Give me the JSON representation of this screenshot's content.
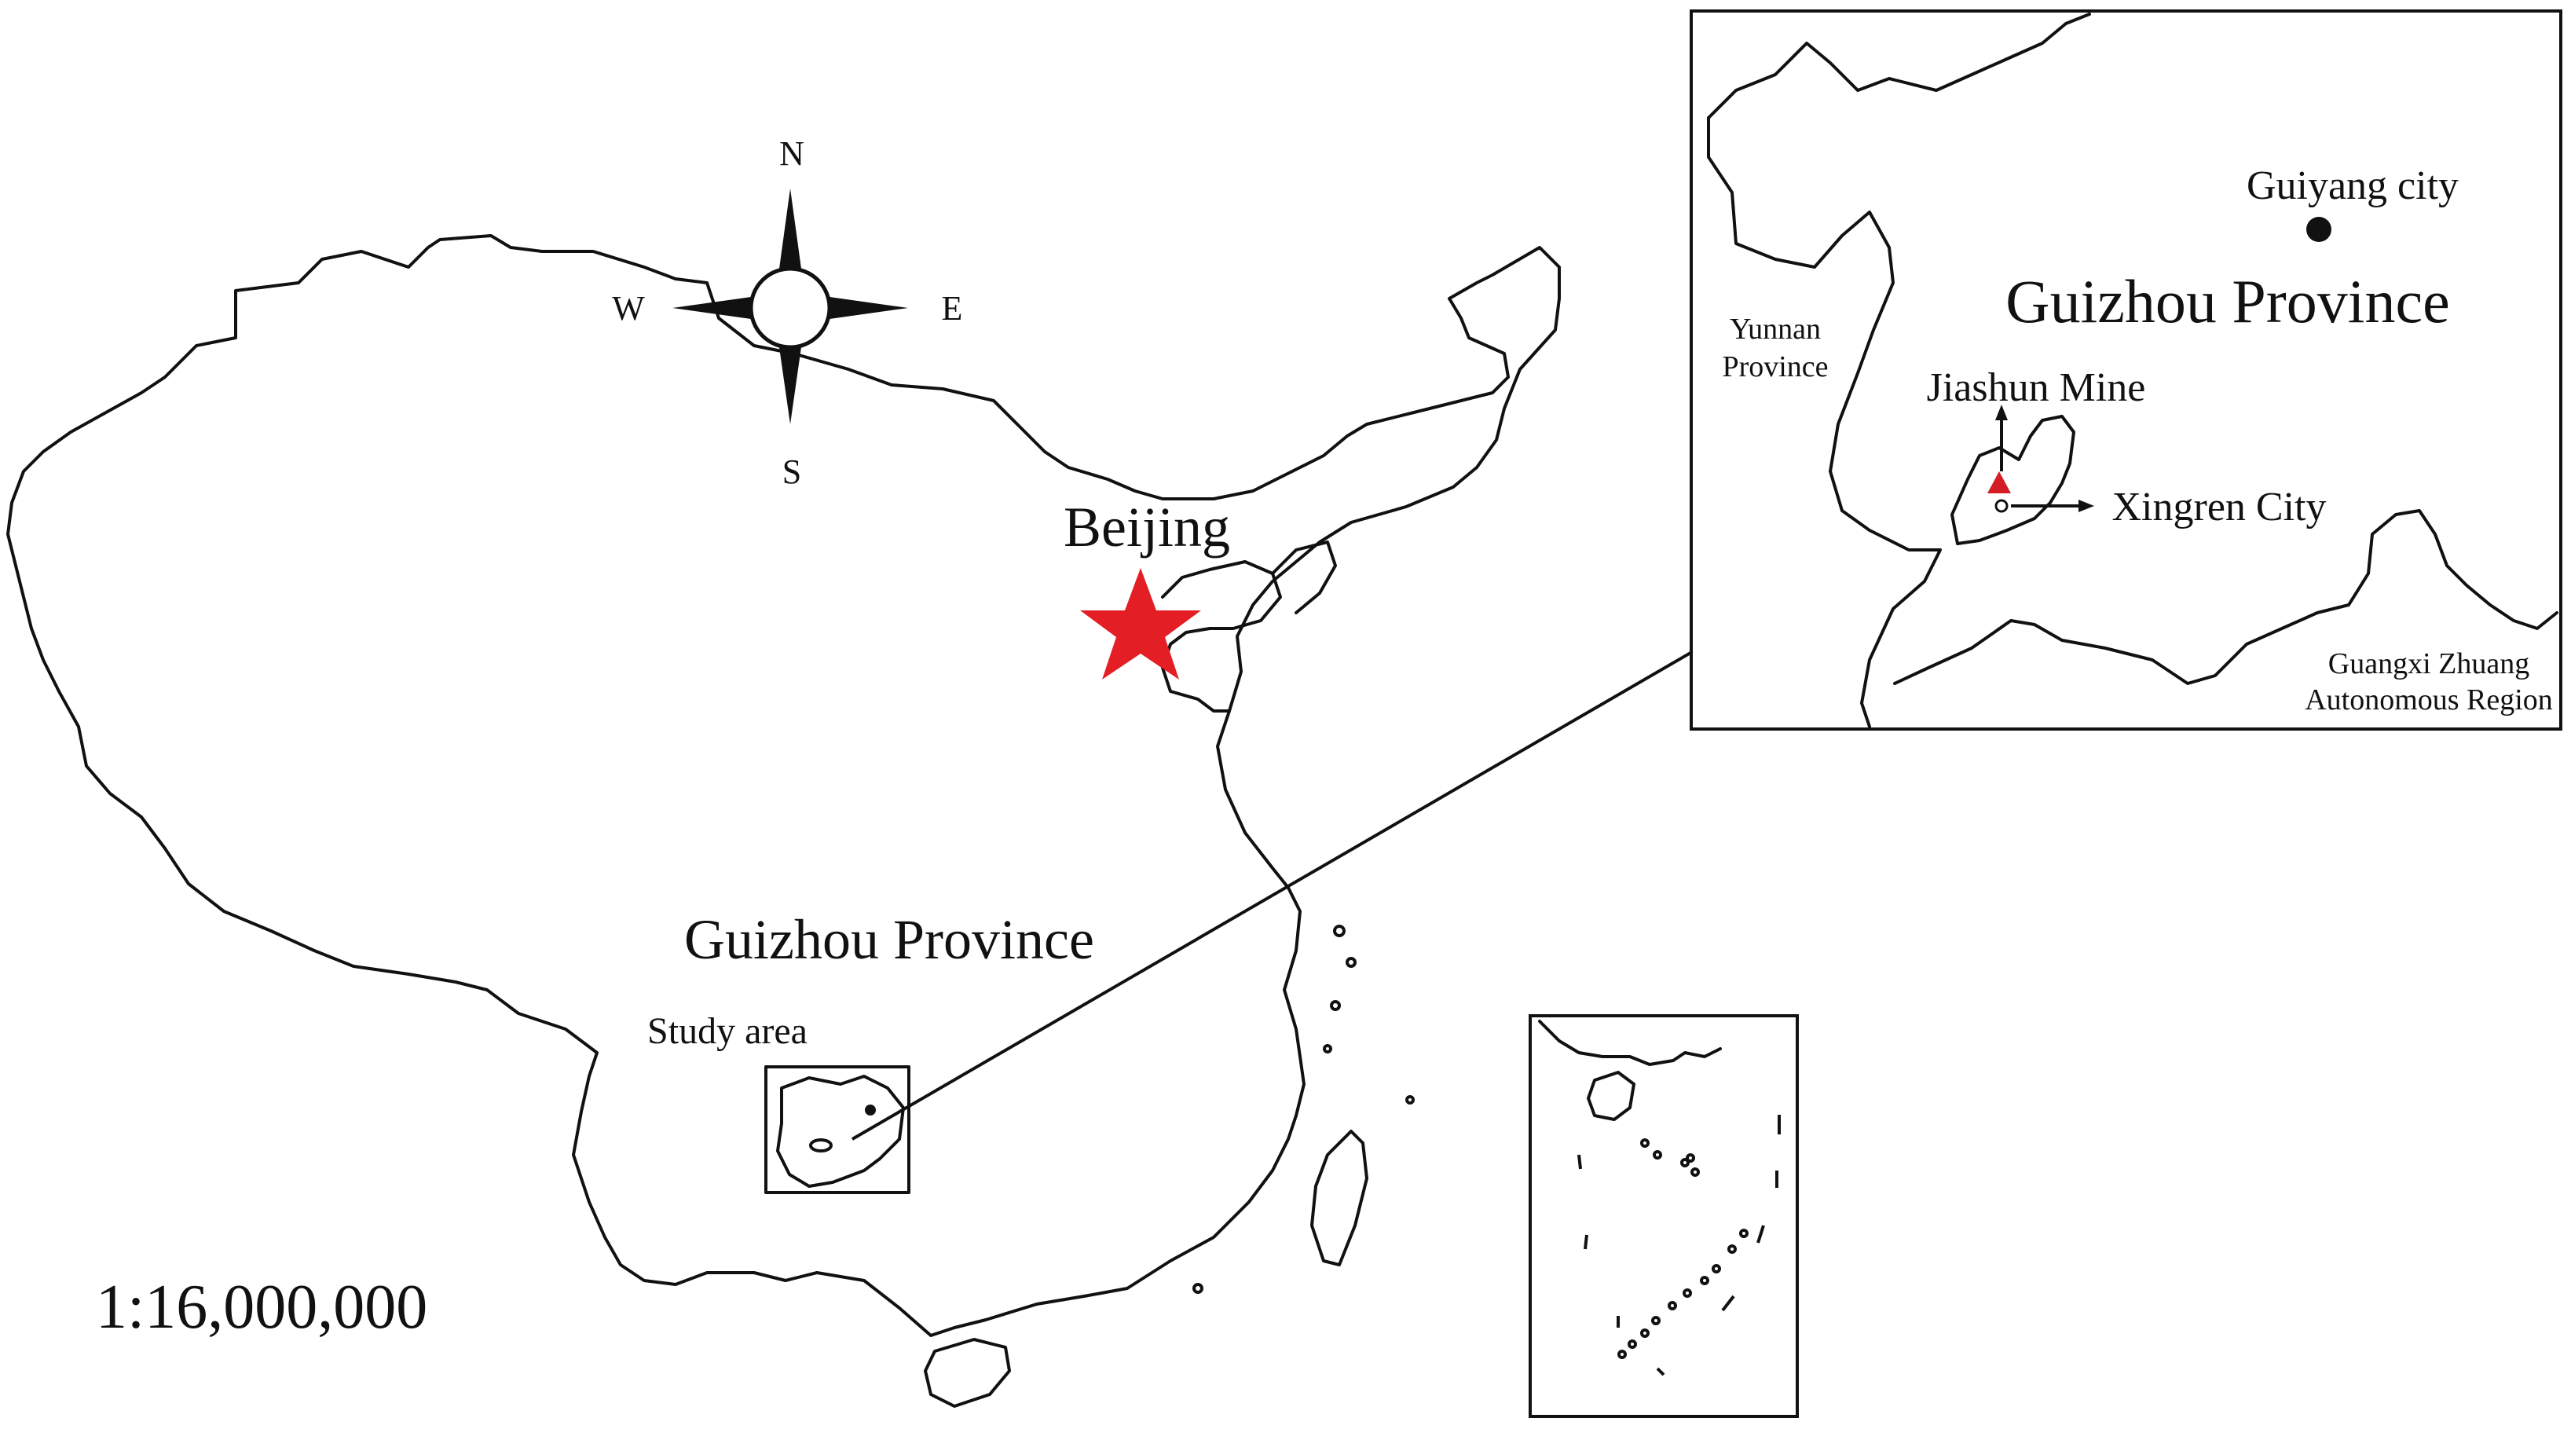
{
  "map": {
    "capital_label": "Beijing",
    "province_label": "Guizhou Province",
    "study_area_label": "Study area",
    "scale_text": "1:16,000,000",
    "compass": {
      "north": "N",
      "south": "S",
      "east": "E",
      "west": "W"
    }
  },
  "inset": {
    "city_label": "Guiyang city",
    "province_label": "Guizhou Province",
    "neighbor_left": [
      "Yunnan",
      "Province"
    ],
    "mine_label": "Jiashun Mine",
    "city2_label": "Xingren City",
    "region_label": [
      "Guangxi Zhuang",
      "Autonomous Region"
    ]
  },
  "colors": {
    "outline": "#111111",
    "capital_star": "#e41e25",
    "mine_marker": "#d51b23",
    "background": "#ffffff"
  },
  "icons": {
    "capital": "star-icon",
    "mine": "triangle-icon",
    "compass": "compass-rose-icon"
  }
}
